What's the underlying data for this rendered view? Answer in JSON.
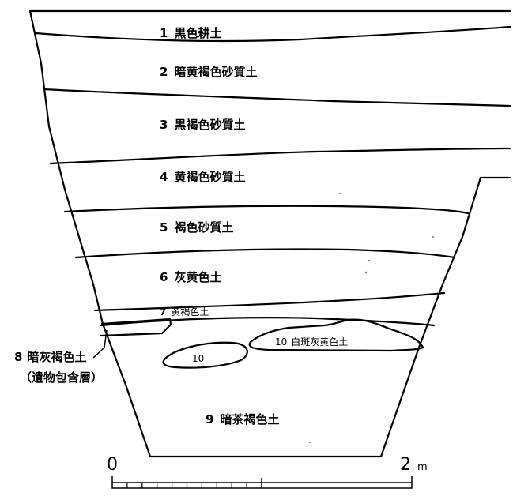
{
  "layers": [
    {
      "num": "1",
      "text": "黒色耕土"
    },
    {
      "num": "2",
      "text": "暗黄褐色砂質土"
    },
    {
      "num": "3",
      "text": "黒褐色砂質土"
    },
    {
      "num": "4",
      "text": "黄褐色砂質土"
    },
    {
      "num": "5",
      "text": "褐色砂質土"
    },
    {
      "num": "6",
      "text": "灰黄色土"
    },
    {
      "num": "7",
      "text": "黄褐色土"
    },
    {
      "num": "8",
      "text": "暗灰褐色土",
      "note": "（遺物包含層）"
    },
    {
      "num": "9",
      "text": "暗茶褐色土"
    },
    {
      "num": "10",
      "text": "白斑灰黄色土"
    }
  ],
  "inclusion_label": "10",
  "scale": {
    "start": "0",
    "end": "2",
    "unit": "m"
  }
}
